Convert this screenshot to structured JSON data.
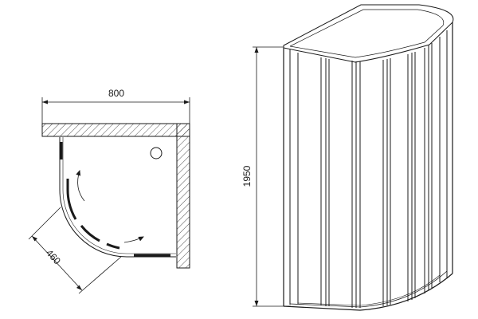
{
  "dimensions": {
    "width_label": "800",
    "radius_label": "460",
    "height_label": "1950"
  },
  "colors": {
    "line": "#1a1a1a",
    "hatch": "#555555",
    "background": "#ffffff"
  },
  "icons": {
    "door_direction": "curved-arrow-icon"
  }
}
